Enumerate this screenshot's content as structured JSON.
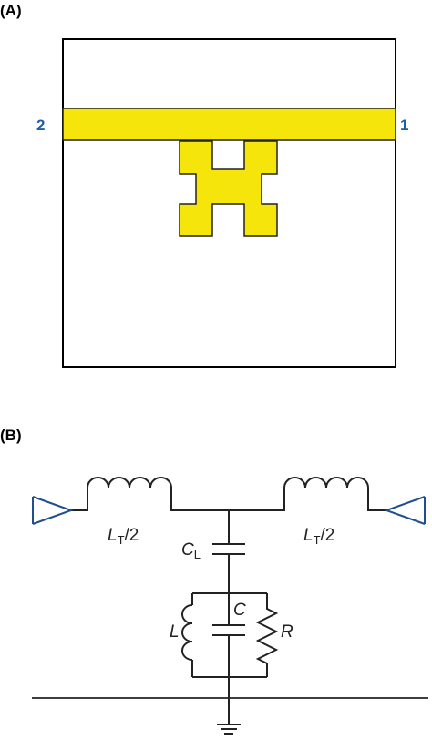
{
  "panels": {
    "a": {
      "label": "(A)"
    },
    "b": {
      "label": "(B)"
    }
  },
  "ports": {
    "left": "2",
    "right": "1"
  },
  "components": {
    "lt_left": {
      "main": "L",
      "sub": "T",
      "suffix": "/2"
    },
    "lt_right": {
      "main": "L",
      "sub": "T",
      "suffix": "/2"
    },
    "cl": {
      "main": "C",
      "sub": "L"
    },
    "l": "L",
    "c": "C",
    "r": "R"
  },
  "colors": {
    "substrate_border": "#000000",
    "microstrip": "#f5e50a",
    "microstrip_outline": "#222222",
    "port_label": "#1f5fa8",
    "antenna": "#1f4f8f",
    "wire": "#222222"
  }
}
